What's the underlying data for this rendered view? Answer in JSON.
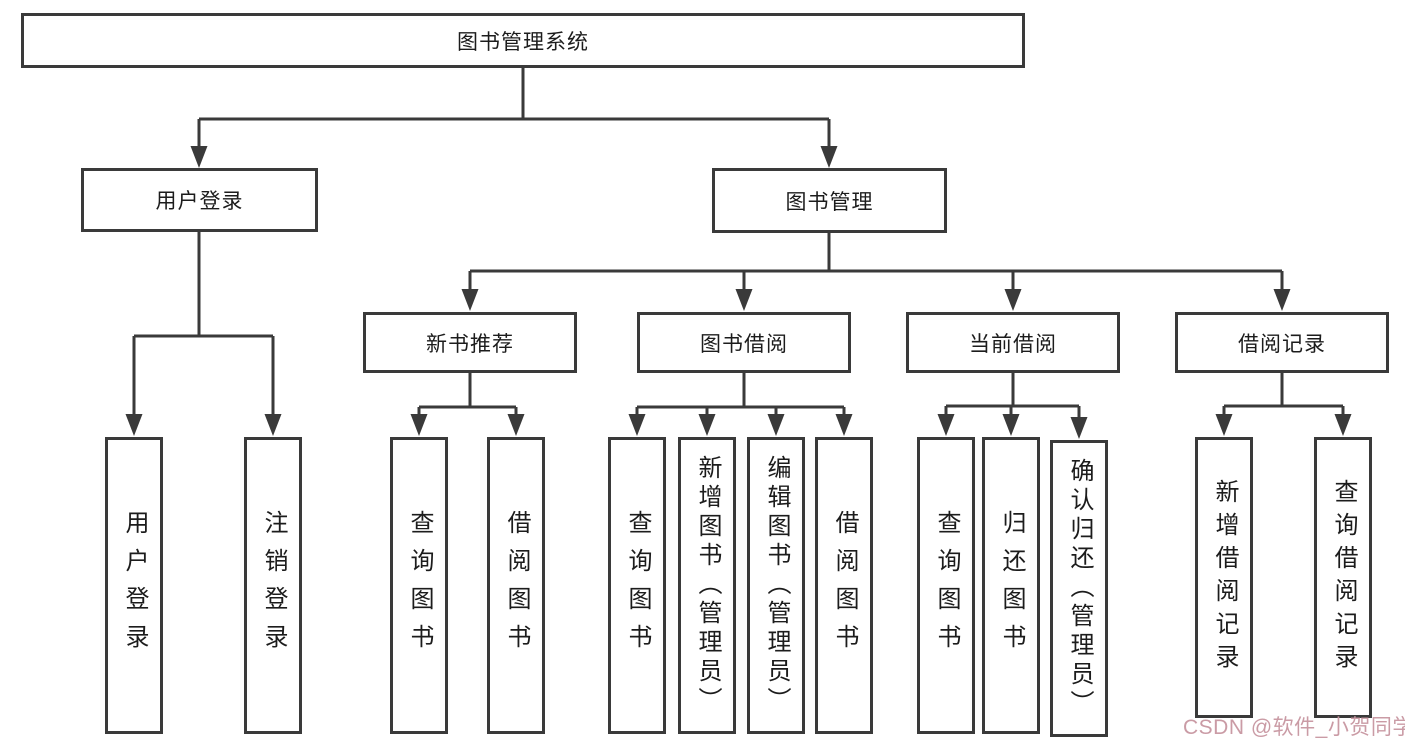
{
  "diagram": {
    "root": {
      "label": "图书管理系统"
    },
    "branches": {
      "user_login": {
        "label": "用户登录",
        "children": [
          {
            "label": "用户登录"
          },
          {
            "label": "注销登录"
          }
        ]
      },
      "book_mgmt": {
        "label": "图书管理",
        "children": [
          {
            "label": "新书推荐",
            "children": [
              {
                "label": "查询图书"
              },
              {
                "label": "借阅图书"
              }
            ]
          },
          {
            "label": "图书借阅",
            "children": [
              {
                "label": "查询图书"
              },
              {
                "label": "新增图书（管理员）"
              },
              {
                "label": "编辑图书（管理员）"
              },
              {
                "label": "借阅图书"
              }
            ]
          },
          {
            "label": "当前借阅",
            "children": [
              {
                "label": "查询图书"
              },
              {
                "label": "归还图书"
              },
              {
                "label": "确认归还（管理员）"
              }
            ]
          },
          {
            "label": "借阅记录",
            "children": [
              {
                "label": "新增借阅记录"
              },
              {
                "label": "查询借阅记录"
              }
            ]
          }
        ]
      }
    }
  },
  "watermark": {
    "text": "CSDN @软件_小贺同学"
  },
  "colors": {
    "line": "#3a3a3a",
    "text": "#1c1c1c",
    "watermark": "#c7969f",
    "background": "#ffffff"
  }
}
